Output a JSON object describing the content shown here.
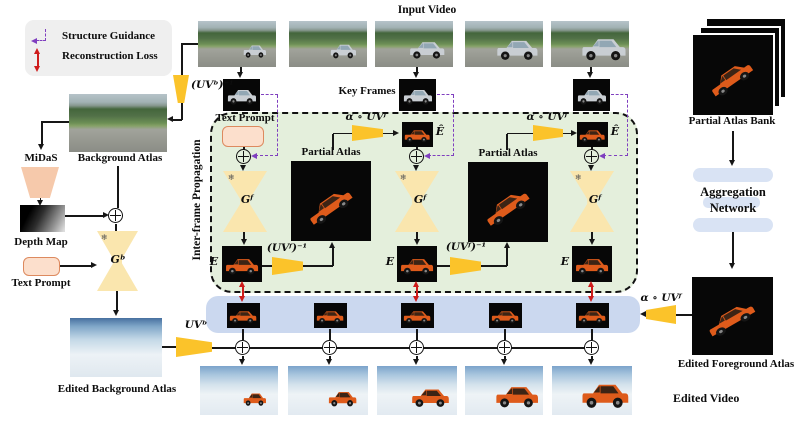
{
  "legend": {
    "structure_guidance": "Structure Guidance",
    "reconstruction_loss": "Reconstruction Loss"
  },
  "top": {
    "title": "Input Video",
    "key_frames": "Key Frames",
    "uvb_inverse": "(UVᵇ)⁻¹"
  },
  "left": {
    "midas": "MiDaS",
    "background_atlas": "Background Atlas",
    "depth_map": "Depth Map",
    "text_prompt": "Text Prompt",
    "generator": "Gᵇ",
    "frozen": "❄",
    "uvb": "UVᵇ",
    "edited_background_atlas": "Edited Background Atlas"
  },
  "prop": {
    "title": "Inter-frame Propagation",
    "text_prompt": "Text Prompt",
    "alpha_uvf": "α ∘ UVᶠ",
    "partial_atlas": "Partial Atlas",
    "uvf_inverse": "(UVᶠ)⁻¹",
    "generator": "Gᶠ",
    "e": "E",
    "e_hat": "Ê",
    "frozen": "❄"
  },
  "right": {
    "partial_atlas_bank": "Partial Atlas Bank",
    "aggregation_network": "Aggregation Network",
    "alpha_uvf": "α ∘ UVᶠ",
    "edited_foreground_atlas": "Edited Foreground Atlas"
  },
  "bottom": {
    "edited_video": "Edited Video"
  },
  "icons": {
    "oplus": "⊕",
    "snowflake": "❄"
  },
  "colors": {
    "funnel_yellow": "#FBC32A",
    "hourglass_cream": "#FAE6AE",
    "propagation_box_green": "#E4EFDC",
    "frame_strip_blue": "#CBD8EF",
    "aggregation_blue": "#D9E3F4",
    "prompt_fill": "#FCDFCC",
    "prompt_border": "#DD8A5F",
    "midas_peach": "#F6C9AB",
    "legend_bg": "#EFEFEF",
    "structure_guidance_purple": "#7F3FBF",
    "reconstruction_loss_red": "#CE1B1B",
    "car_orange": "#DE5B1B",
    "car_silver": "#C9CED3"
  }
}
